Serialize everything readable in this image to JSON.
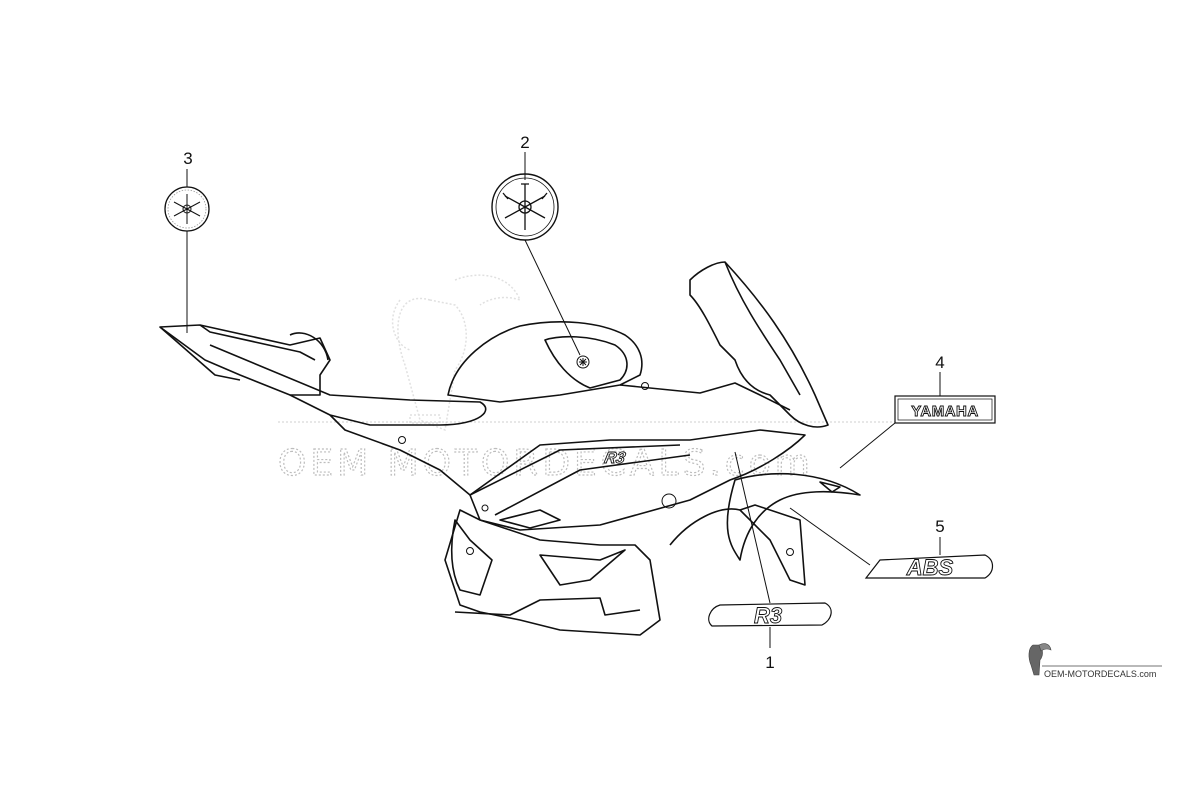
{
  "callouts": [
    {
      "id": "1",
      "label": "1"
    },
    {
      "id": "2",
      "label": "2"
    },
    {
      "id": "3",
      "label": "3"
    },
    {
      "id": "4",
      "label": "4"
    },
    {
      "id": "5",
      "label": "5"
    }
  ],
  "decals": {
    "yamaha_wordmark": "YAMAHA",
    "r3_badge": "R3",
    "abs_badge": "ABS"
  },
  "watermark": {
    "center_text": "OEM MOTORDECALS.com",
    "corner_text": "OEM-MOTORDECALS.com"
  },
  "icons": [
    "yamaha-tuning-fork-emblem-icon",
    "parrot-logo-icon"
  ]
}
